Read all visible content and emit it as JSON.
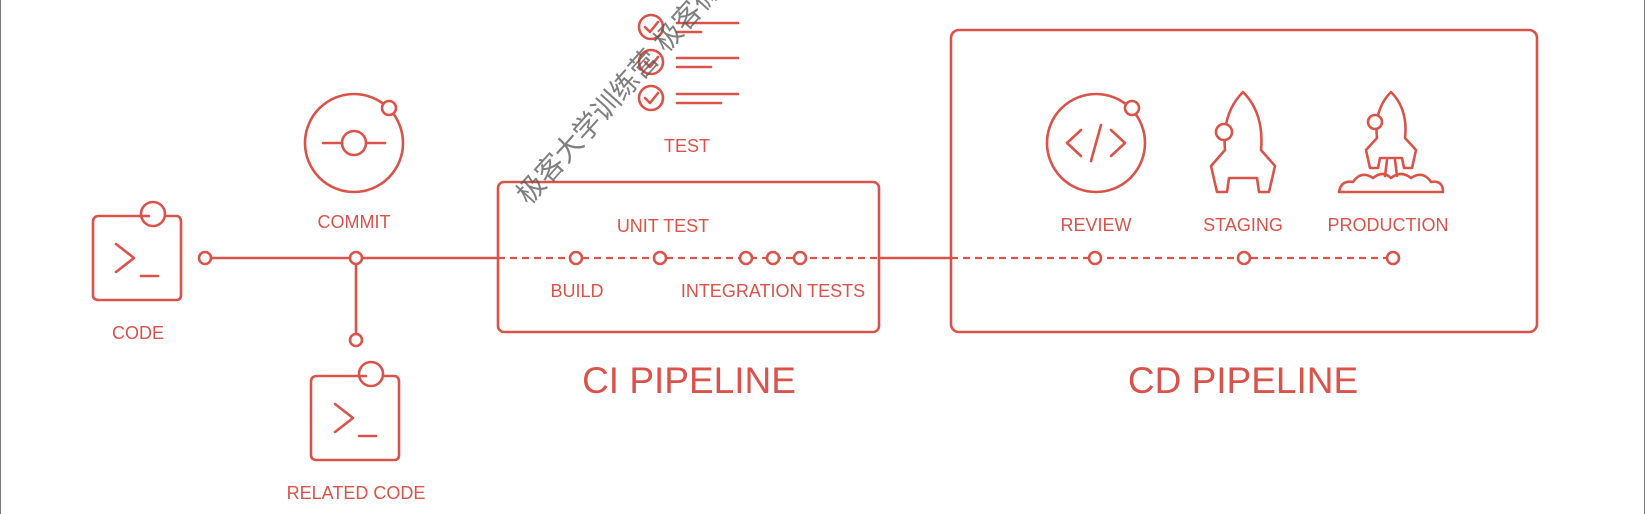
{
  "labels": {
    "code": "CODE",
    "commit": "COMMIT",
    "related_code": "RELATED CODE",
    "test": "TEST",
    "unit_test": "UNIT TEST",
    "build": "BUILD",
    "integration_tests": "INTEGRATION TESTS",
    "ci_pipeline": "CI PIPELINE",
    "review": "REVIEW",
    "staging": "STAGING",
    "production": "PRODUCTION",
    "cd_pipeline": "CD PIPELINE"
  },
  "watermark": "极客大学训练营 极客微课",
  "colors": {
    "accent": "#d9534a",
    "watermark": "#555555",
    "background": "#ffffff"
  },
  "icons": [
    "terminal-icon",
    "commit-icon",
    "checklist-icon",
    "code-review-icon",
    "rocket-icon",
    "rocket-launch-icon"
  ]
}
